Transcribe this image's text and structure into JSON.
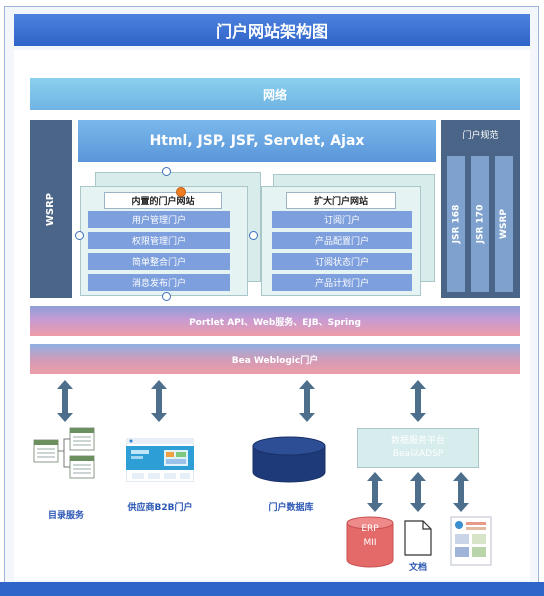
{
  "title": "门户网站架构图",
  "layers": {
    "network": "网络",
    "web_tech": "Html, JSP, JSF, Servlet, Ajax",
    "portlet_api": "Portlet API、Web服务、EJB、Spring",
    "weblogic": "Bea Weblogic门户"
  },
  "wsrp_side": "WSRP",
  "portal_spec": {
    "title": "门户规范",
    "items": [
      "JSR 168",
      "JSR 170",
      "WSRP"
    ]
  },
  "builtin_portals": {
    "title": "内置的门户网站",
    "items": [
      "用户管理门户",
      "权限管理门户",
      "简单整合门户",
      "消息发布门户"
    ]
  },
  "extended_portals": {
    "title": "扩大门户网站",
    "items": [
      "订阅门户",
      "产品配置门户",
      "订阅状态门户",
      "产品计划门户"
    ]
  },
  "bottom": {
    "catalog_service": "目录服务",
    "supplier_b2b": "供应商B2B门户",
    "portal_db": "门户数据库",
    "data_platform_line1": "数据服务平台",
    "data_platform_line2": "Bea以ADSP",
    "erp_line1": "ERP",
    "erp_line2": "MII",
    "document": "文档"
  },
  "colors": {
    "title_bar": "#2f64c8",
    "side_dark": "#4a6587",
    "item_blue": "#7d9fdd",
    "arrow": "#4e6f8c",
    "label_blue": "#2b57b4",
    "erp_red": "#e46a6a"
  }
}
